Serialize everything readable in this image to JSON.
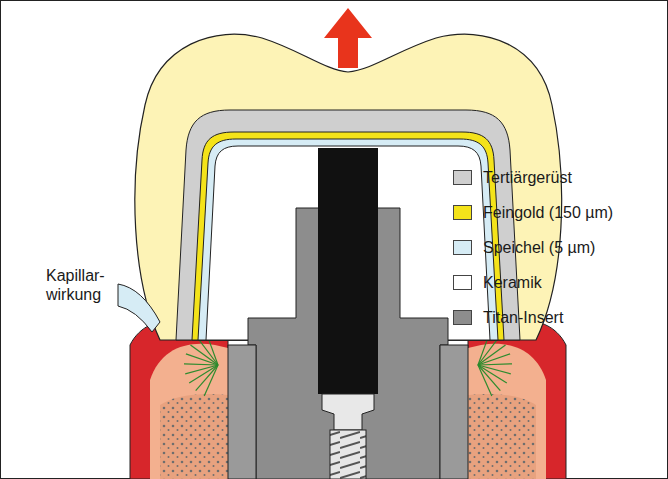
{
  "diagram": {
    "labels": [
      "Kapillar- wirkung"
    ],
    "legend": [
      {
        "text": "Tertiärgerüst",
        "color": "#cfcfcf"
      },
      {
        "text": "Feingold (150 µm)",
        "color": "#f4e31a"
      },
      {
        "text": "Speichel (5 µm)",
        "color": "#d6ecf5"
      },
      {
        "text": "Keramik",
        "color": "#ffffff"
      },
      {
        "text": "Titan-Insert",
        "color": "#8d8d8d"
      }
    ]
  }
}
